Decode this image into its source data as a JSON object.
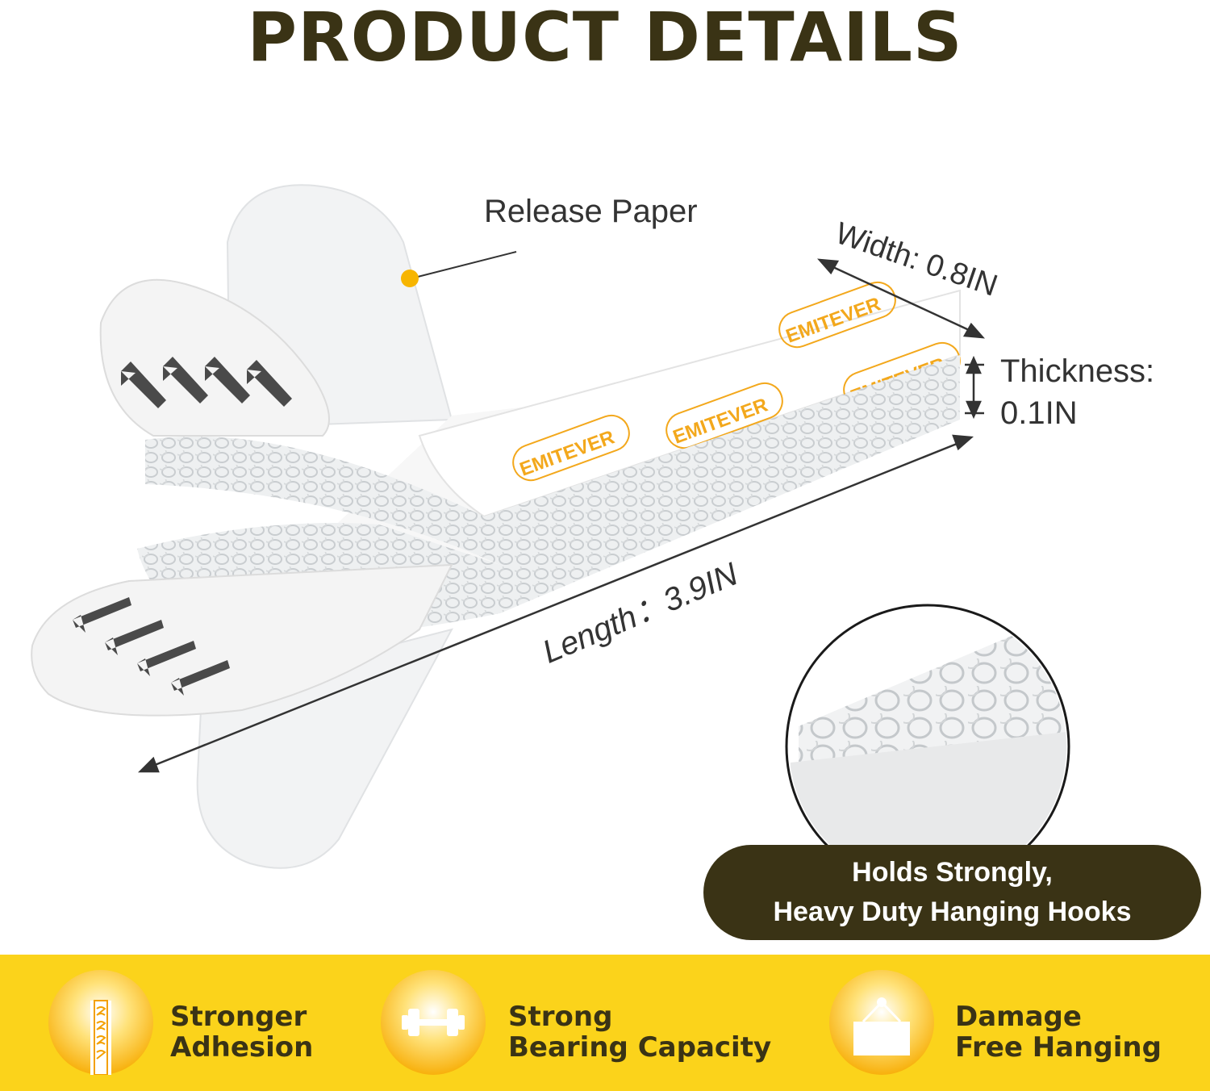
{
  "header": {
    "title": "PRODUCT DETAILS"
  },
  "labels": {
    "release_paper": "Release Paper",
    "width": "Width: 0.8IN",
    "thickness_line1": "Thickness:",
    "thickness_line2": "0.1IN",
    "length": "Length：3.9IN",
    "brand_print": "EMITEVER"
  },
  "callout": {
    "line1": "Holds Strongly,",
    "line2": "Heavy Duty Hanging Hooks"
  },
  "features": [
    {
      "icon": "adhesion-strip-icon",
      "line1": "Stronger",
      "line2": "Adhesion"
    },
    {
      "icon": "dumbbell-icon",
      "line1": "Strong",
      "line2": "Bearing Capacity"
    },
    {
      "icon": "hanging-frame-icon",
      "line1": "Damage",
      "line2": "Free Hanging"
    }
  ],
  "colors": {
    "title": "#3a3315",
    "callout_bg": "#3a3315",
    "band": "#fbd31b",
    "brand_print": "#f3a81c",
    "dot": "#f7b500"
  }
}
